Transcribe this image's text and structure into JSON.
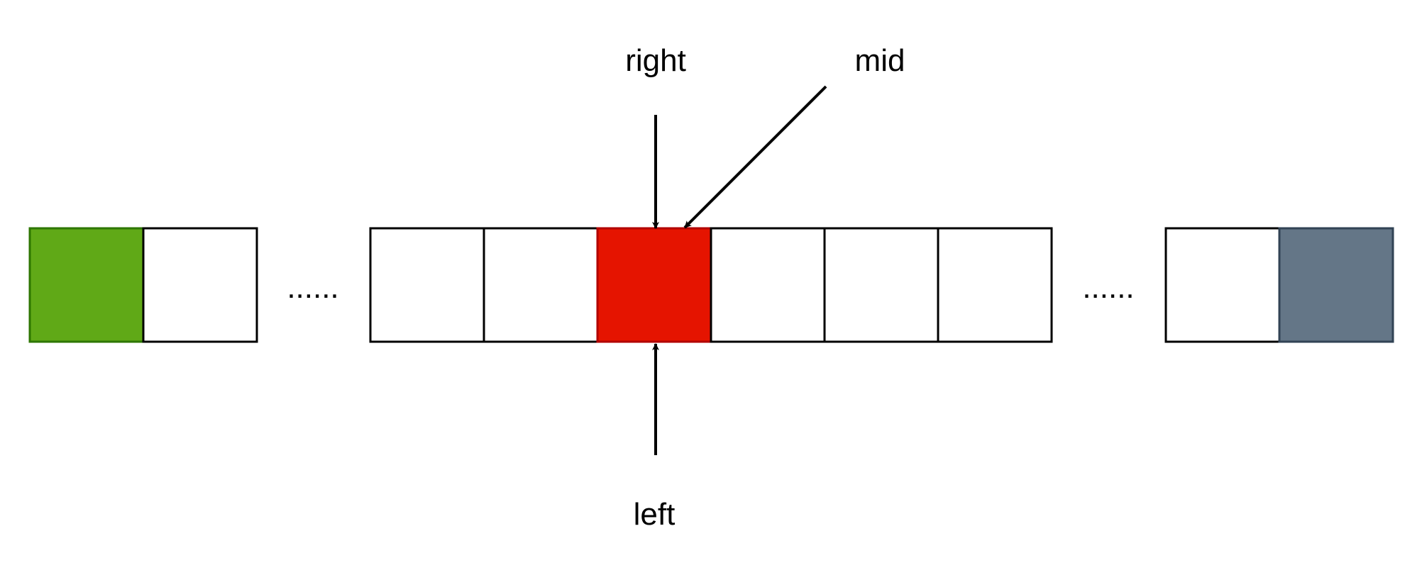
{
  "colors": {
    "default_fill": "#ffffff",
    "default_stroke": "#000000",
    "first_fill": "#60a917",
    "first_stroke": "#2d7600",
    "mid_fill": "#e51400",
    "mid_stroke": "#b20000",
    "last_fill": "#647687",
    "last_stroke": "#314354"
  },
  "array": {
    "ellipsis": "......",
    "groups": [
      {
        "cells": [
          "first",
          "default"
        ]
      },
      {
        "cells": [
          "default",
          "default",
          "mid",
          "default",
          "default",
          "default"
        ]
      },
      {
        "cells": [
          "default",
          "last"
        ]
      }
    ]
  },
  "pointers": {
    "right": {
      "label": "right"
    },
    "mid": {
      "label": "mid"
    },
    "left": {
      "label": "left"
    }
  }
}
